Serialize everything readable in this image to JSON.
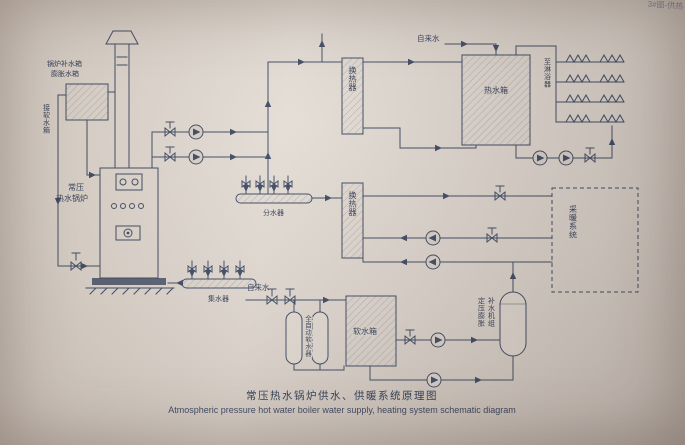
{
  "page": {
    "corner_note": "3#图-供热",
    "caption_cn": "常压热水锅炉供水、供暖系统原理图",
    "caption_en": "Atmospheric pressure hot water boiler water supply, heating system schematic diagram"
  },
  "labels": {
    "makeup_tank_1": "锅炉补水箱",
    "makeup_tank_2": "膨胀水箱",
    "to_soft_tank": "接软水箱",
    "boiler_1": "常压",
    "boiler_2": "热水锅炉",
    "hx_top": "换热器",
    "hx_bottom": "换热器",
    "hot_water_tank": "热水箱",
    "to_showers": "至淋浴器",
    "tap_water_top": "自来水",
    "tap_water_bottom": "自来水",
    "distributor": "分水器",
    "collector": "集水器",
    "heating_system": "采暖系统",
    "softener": "全自动软水器",
    "soft_water_tank": "软水箱",
    "pressure_unit_1": "定压膨胀",
    "pressure_unit_2": "补水机组"
  },
  "colors": {
    "ink": "#3e4a63",
    "paper": "#d9d1c9",
    "caption_text": "#2e3950"
  }
}
